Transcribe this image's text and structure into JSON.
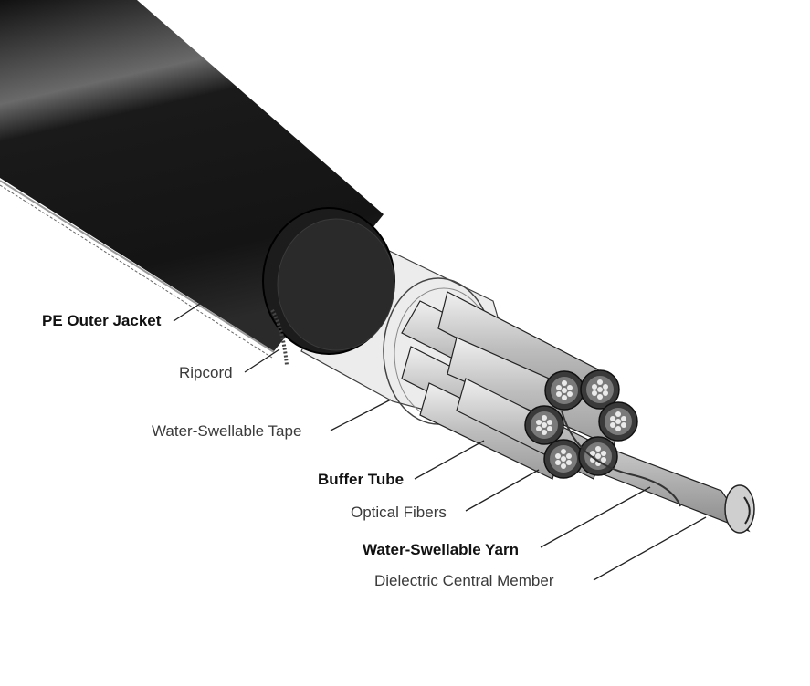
{
  "diagram": {
    "labels": [
      {
        "id": "pe-outer-jacket",
        "text": "PE Outer Jacket",
        "bold": true
      },
      {
        "id": "ripcord",
        "text": "Ripcord",
        "bold": false
      },
      {
        "id": "water-swellable-tape",
        "text": "Water-Swellable Tape",
        "bold": false
      },
      {
        "id": "buffer-tube",
        "text": "Buffer Tube",
        "bold": true
      },
      {
        "id": "optical-fibers",
        "text": "Optical Fibers",
        "bold": false
      },
      {
        "id": "water-swellable-yarn",
        "text": "Water-Swellable Yarn",
        "bold": true
      },
      {
        "id": "dielectric-central-member",
        "text": "Dielectric Central Member",
        "bold": false
      }
    ]
  },
  "colors": {
    "jacket": "#1e1e1e",
    "jacket_highlight": "#5a5a5a",
    "jacket_end": "#2b2b2b",
    "tape": "#e6e6e6",
    "tube": "#c8c8c8",
    "tube_end": "#3a3a3a",
    "fiber": "#eaeaea",
    "leader": "#222222"
  }
}
